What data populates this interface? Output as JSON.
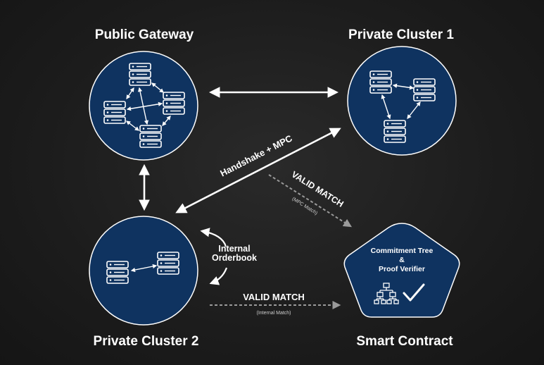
{
  "diagram": {
    "nodes": {
      "public_gateway": {
        "title": "Public Gateway"
      },
      "private_cluster_1": {
        "title": "Private Cluster 1"
      },
      "private_cluster_2": {
        "title": "Private Cluster 2"
      },
      "smart_contract": {
        "title": "Smart Contract",
        "inner_line_1": "Commitment Tree",
        "inner_line_2": "&",
        "inner_line_3": "Proof Verifier"
      }
    },
    "edges": {
      "handshake_label": "Handshake + MPC",
      "internal_orderbook_line_1": "Internal",
      "internal_orderbook_line_2": "Orderbook",
      "valid_match_mpc_label": "VALID MATCH",
      "valid_match_mpc_sublabel": "(MPC Match)",
      "valid_match_internal_label": "VALID MATCH",
      "valid_match_internal_sublabel": "(Internal Match)"
    },
    "colors": {
      "node_fill": "#0f3360",
      "node_stroke": "#ffffff",
      "arrow_solid": "#ffffff",
      "arrow_dashed": "#9a9a9a",
      "background": "#1c1c1c"
    }
  }
}
